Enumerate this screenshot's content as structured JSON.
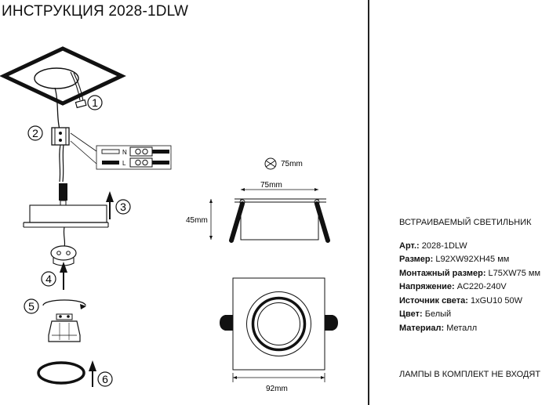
{
  "document": {
    "title": "ИНСТРУКЦИЯ 2028-1DLW"
  },
  "steps": [
    "1",
    "2",
    "3",
    "4",
    "5",
    "6"
  ],
  "wiring": {
    "n_label": "N",
    "l_label": "L"
  },
  "dimensions": {
    "cutout_diameter": "75mm",
    "inner_width": "75mm",
    "height": "45mm",
    "outer_width": "92mm"
  },
  "product": {
    "type": "ВСТРАИВАЕМЫЙ СВЕТИЛЬНИК",
    "specs": [
      {
        "label": "Арт.:",
        "value": " 2028-1DLW"
      },
      {
        "label": "Размер:",
        "value": " L92XW92XH45 мм"
      },
      {
        "label": "Монтажный размер:",
        "value": " L75XW75 мм"
      },
      {
        "label": "Напряжение:",
        "value": " AC220-240V"
      },
      {
        "label": "Источник света:",
        "value": " 1xGU10 50W"
      },
      {
        "label": "Цвет:",
        "value": " Белый"
      },
      {
        "label": "Материал:",
        "value": " Металл"
      }
    ],
    "note": "ЛАМПЫ В КОМПЛЕКТ НЕ ВХОДЯТ"
  }
}
